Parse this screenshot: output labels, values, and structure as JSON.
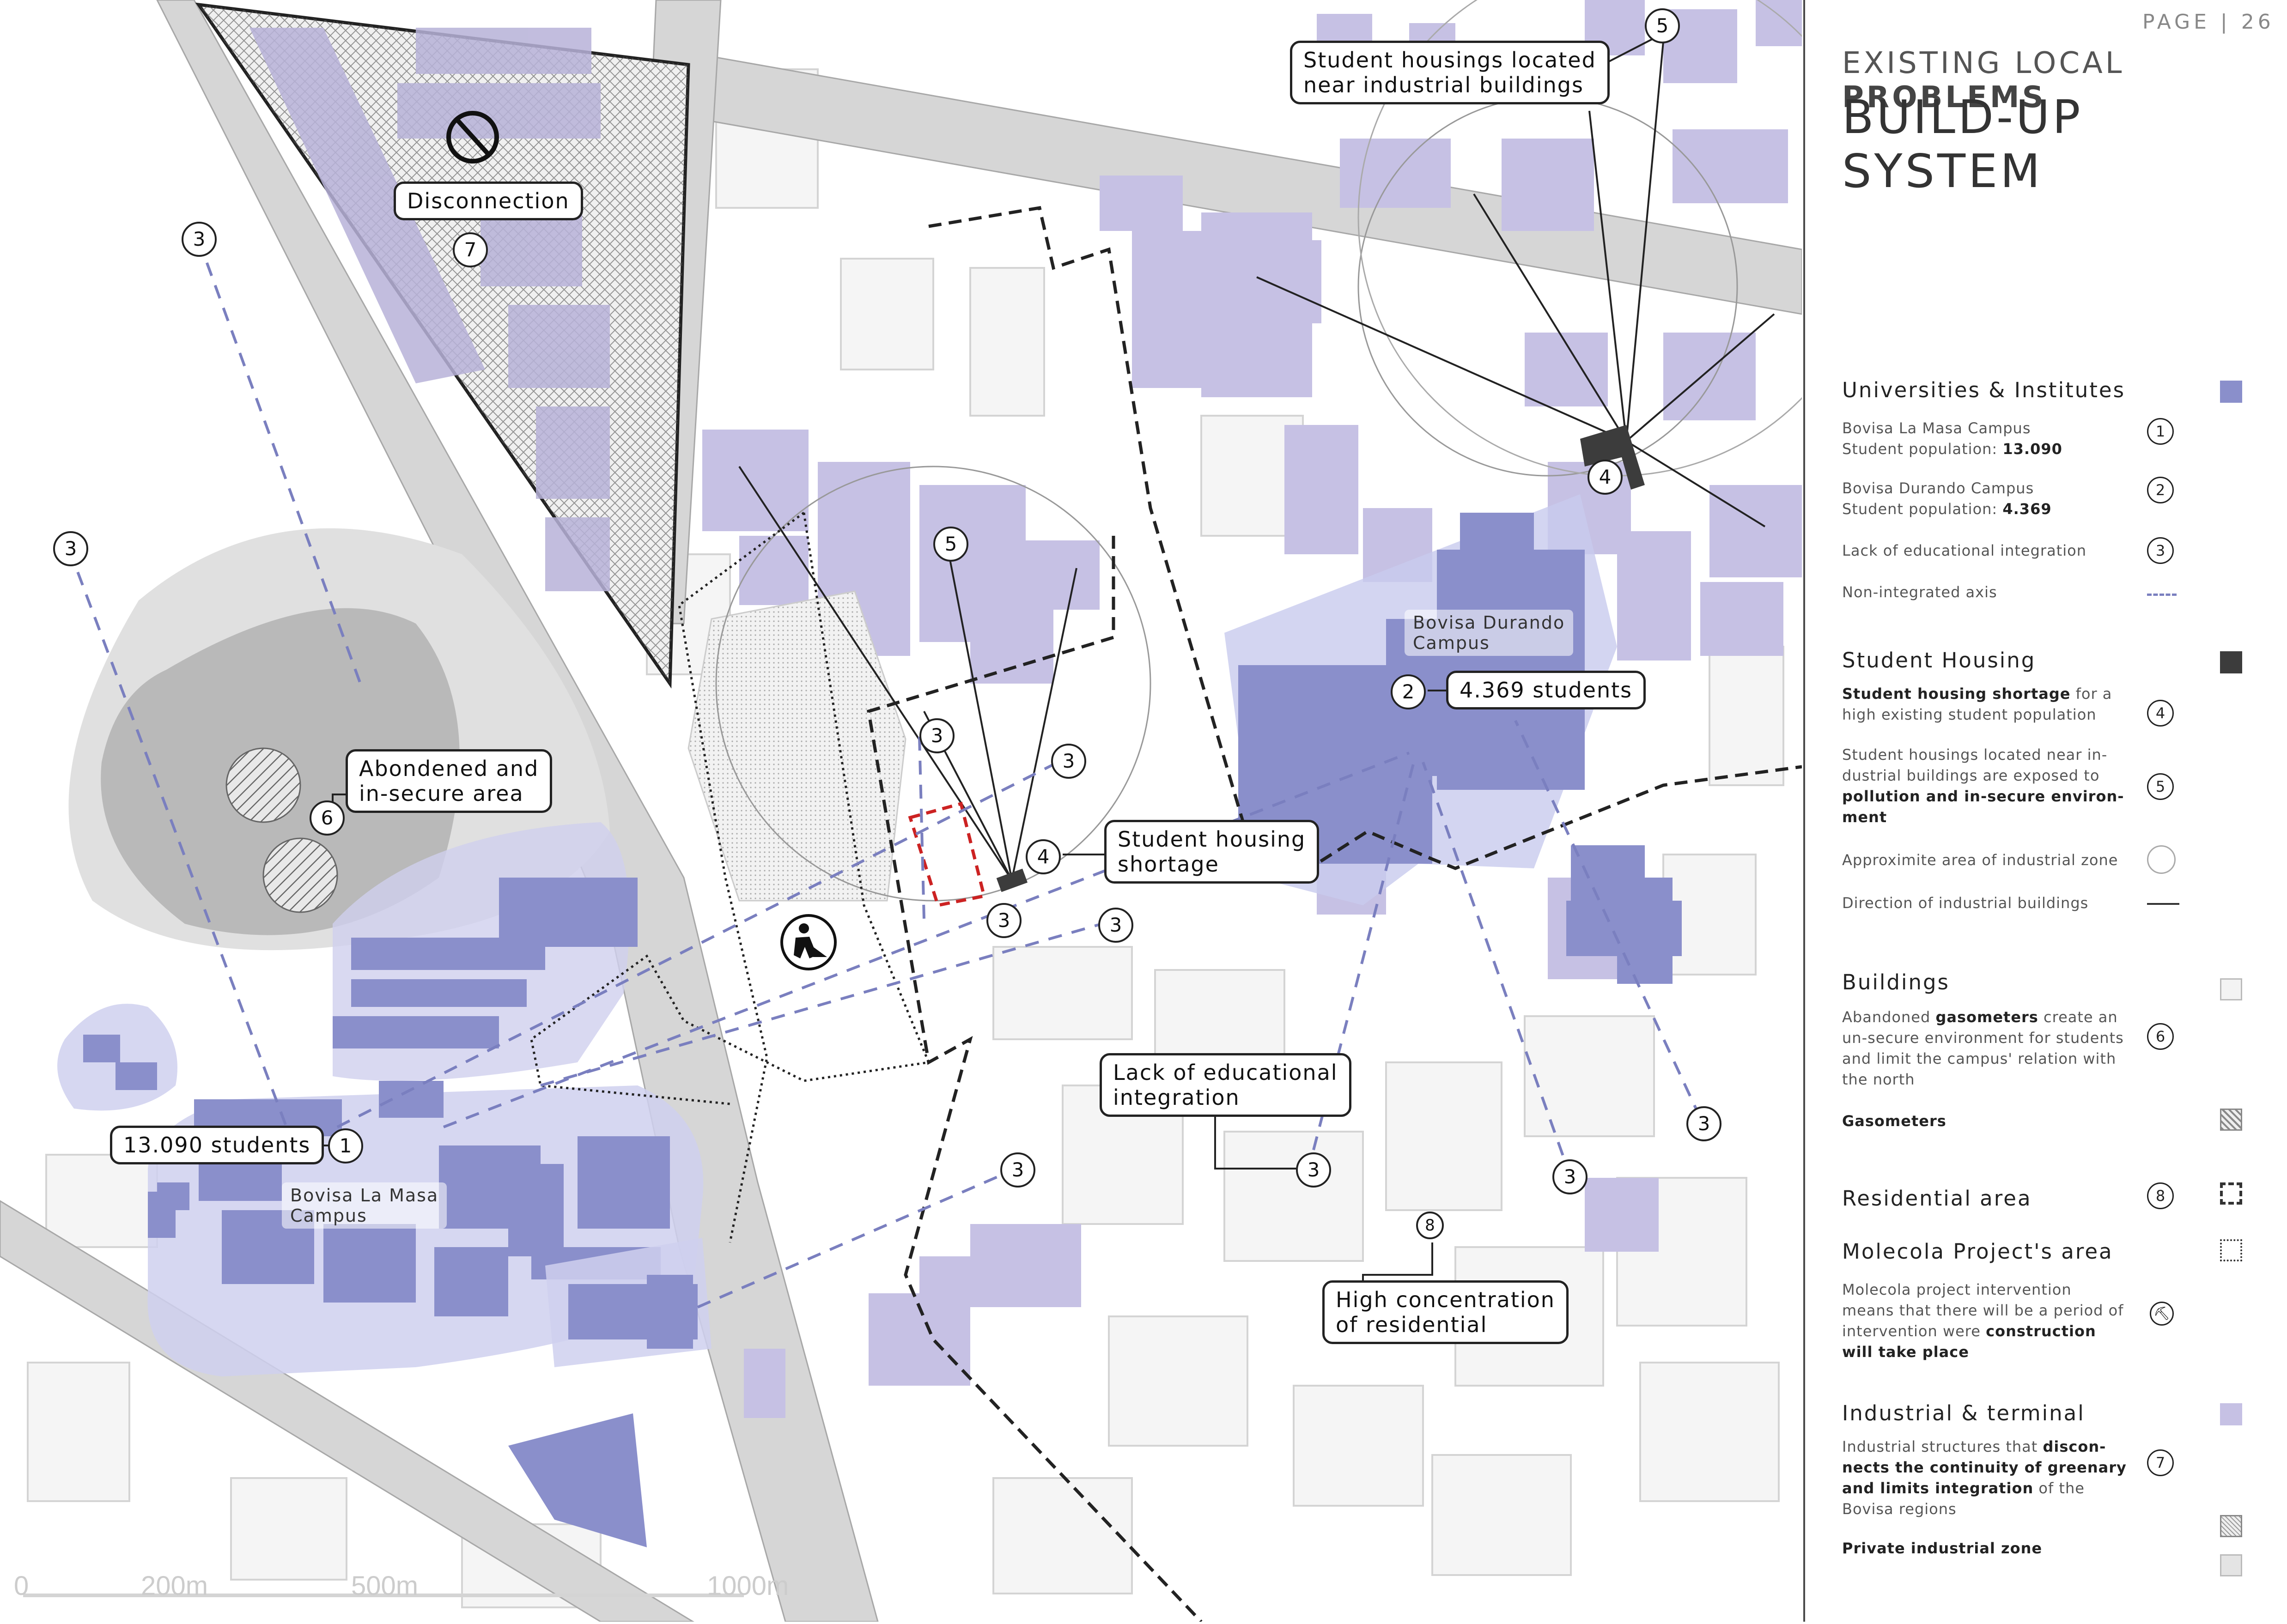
{
  "header": {
    "page_label": "PAGE | 26",
    "subtitle_light": "EXISTING LOCAL ",
    "subtitle_bold": "PROBLEMS",
    "title": "BUILD-UP SYSTEM"
  },
  "colors": {
    "university_fill": "#8a8fcb",
    "industrial_fill": "#c7c2e3",
    "student_housing": "#3c3c3c",
    "street_gray": "#d9d9d9",
    "residential_line": "#333333",
    "molecola_line": "#222222",
    "red_area": "#cc2222"
  },
  "legend": {
    "universities": {
      "title": "Universities & Institutes",
      "campus1_name": "Bovisa La Masa Campus",
      "campus1_pop_label": "Student population: ",
      "campus1_pop": "13.090",
      "campus1_num": "1",
      "campus2_name": "Bovisa Durando Campus",
      "campus2_pop_label": "Student population: ",
      "campus2_pop": "4.369",
      "campus2_num": "2",
      "lack": "Lack of educational integration",
      "lack_num": "3",
      "axis": "Non-integrated axis"
    },
    "housing": {
      "title": "Student Housing",
      "shortage_bold": "Student housing shortage",
      "shortage_rest": " for a high existing student population",
      "shortage_num": "4",
      "near_part1": "Student housings located near in-dustrial buildings are exposed to ",
      "near_bold": "pollution and in-secure environ-ment",
      "near_num": "5",
      "approx": "Approximite area of industrial zone",
      "direction": "Direction of industrial buildings"
    },
    "buildings": {
      "title": "Buildings",
      "gasometer_p1": "Abandoned ",
      "gasometer_bold": "gasometers",
      "gasometer_p2": " create an un-secure environment for students and limit the campus' relation with the north",
      "gasometer_num": "6",
      "gasometers_label": "Gasometers"
    },
    "residential": {
      "title": "Residential area",
      "num": "8"
    },
    "molecola": {
      "title": "Molecola Project's area",
      "desc_p1": "Molecola project intervention means that there will be a period of intervention were ",
      "desc_bold": "construction will take place",
      "icon": "construction-worker-icon"
    },
    "industrial": {
      "title": "Industrial & terminal",
      "desc_p1": "Industrial structures that ",
      "desc_bold": "discon-nects the continuity of greenary and limits integration",
      "desc_p2": " of the Bovisa regions",
      "num": "7",
      "private_label": "Private industrial zone"
    }
  },
  "map": {
    "callouts": {
      "disconnection": "Disconnection",
      "housings_near": "Student housings located\nnear industrial buildings",
      "abandoned": "Abondened and\nin-secure area",
      "shortage": "Student housing\nshortage",
      "durando_students": "4.369 students",
      "lamasa_students": "13.090 students",
      "lack_integration": "Lack of educational\nintegration",
      "residential_conc": "High concentration\nof residential"
    },
    "campus_labels": {
      "durando": "Bovisa Durando\nCampus",
      "lamasa": "Bovisa La Masa\nCampus"
    },
    "markers": {
      "m1": "1",
      "m2": "2",
      "m3": "3",
      "m4": "4",
      "m5": "5",
      "m6": "6",
      "m7": "7",
      "m8": "8"
    },
    "scale": {
      "s0": "0",
      "s200": "200m",
      "s500": "500m",
      "s1000": "1000m"
    }
  }
}
